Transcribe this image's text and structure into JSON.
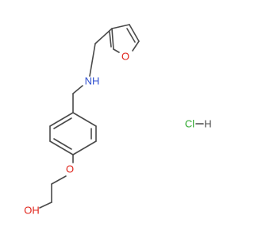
{
  "molecule": {
    "colors": {
      "bond": "#4a4a4a",
      "oxygen": "#e0241b",
      "nitrogen": "#3050d0",
      "chlorine": "#2ea82e"
    },
    "labels": {
      "furan_oxygen": "O",
      "amine": "NH",
      "ether_oxygen": "O",
      "hydroxyl": "OH",
      "salt_chlorine": "Cl",
      "salt_hydrogen": "H"
    }
  }
}
